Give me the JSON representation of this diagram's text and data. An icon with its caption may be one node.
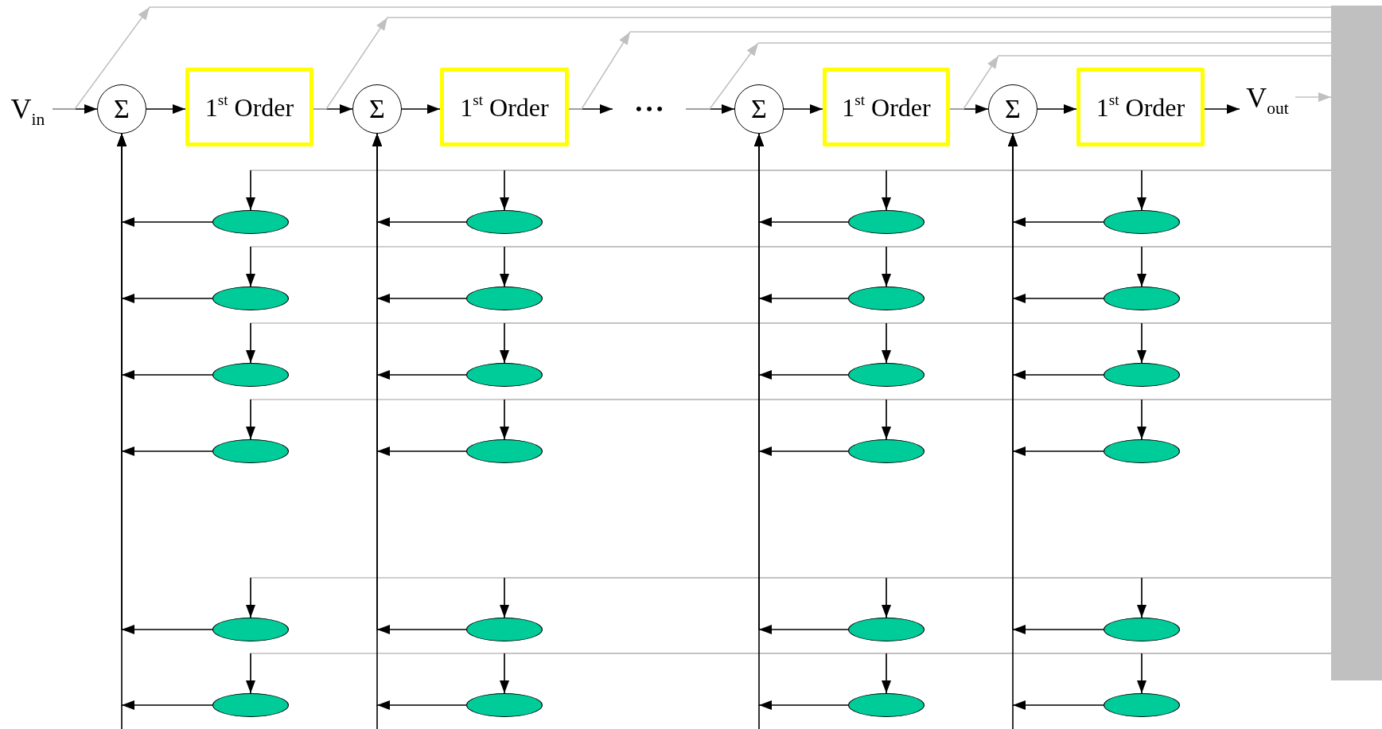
{
  "diagram": {
    "nodes": [
      {
        "text": [
          "V$_{in}$"
        ]
      },
      {
        "text": [
          "Σ"
        ]
      },
      {
        "text": [
          "1$^{st}$ Order"
        ]
      },
      {
        "text": [
          "Σ"
        ]
      },
      {
        "text": [
          "1$^{st}$ Order"
        ]
      },
      {
        "text": [
          "• • •"
        ]
      },
      {
        "text": [
          "Σ"
        ]
      },
      {
        "text": [
          "1$^{st}$ Order"
        ]
      },
      {
        "text": [
          "Σ"
        ]
      },
      {
        "text": [
          "1$^{st}$ Order"
        ]
      },
      {
        "text": [
          "V$_{out}$"
        ]
      },
      {
        "text": [],
        "shape": "bar"
      },
      {
        "text": [],
        "shape": "ellipse"
      },
      {
        "text": [],
        "shape": "ellipse"
      },
      {
        "text": [],
        "shape": "ellipse"
      },
      {
        "text": [],
        "shape": "ellipse"
      },
      {
        "text": [],
        "shape": "ellipse"
      },
      {
        "text": [],
        "shape": "ellipse"
      },
      {
        "text": [],
        "shape": "ellipse"
      },
      {
        "text": [],
        "shape": "ellipse"
      },
      {
        "text": [],
        "shape": "ellipse"
      },
      {
        "text": [],
        "shape": "ellipse"
      },
      {
        "text": [],
        "shape": "ellipse"
      },
      {
        "text": [],
        "shape": "ellipse"
      },
      {
        "text": [],
        "shape": "ellipse"
      },
      {
        "text": [],
        "shape": "ellipse"
      },
      {
        "text": [],
        "shape": "ellipse"
      },
      {
        "text": [],
        "shape": "ellipse"
      },
      {
        "text": [],
        "shape": "ellipse"
      },
      {
        "text": [],
        "shape": "ellipse"
      },
      {
        "text": [],
        "shape": "ellipse"
      },
      {
        "text": [],
        "shape": "ellipse"
      },
      {
        "text": [],
        "shape": "ellipse"
      },
      {
        "text": [],
        "shape": "ellipse"
      },
      {
        "text": [],
        "shape": "ellipse"
      },
      {
        "text": [],
        "shape": "ellipse"
      }
    ],
    "edges": [
      {
        "from": 0,
        "to": 1,
        "arrow": "to"
      },
      {
        "from": 1,
        "to": 2,
        "arrow": "to"
      },
      {
        "from": 2,
        "to": 3,
        "arrow": "to"
      },
      {
        "from": 3,
        "to": 4,
        "arrow": "to"
      },
      {
        "from": 4,
        "to": 5,
        "arrow": "to"
      },
      {
        "from": 5,
        "to": 6,
        "arrow": "to"
      },
      {
        "from": 6,
        "to": 7,
        "arrow": "to"
      },
      {
        "from": 7,
        "to": 8,
        "arrow": "to"
      },
      {
        "from": 8,
        "to": 9,
        "arrow": "to"
      },
      {
        "from": 9,
        "to": 10,
        "arrow": "to"
      },
      {
        "from": 0,
        "to": 11,
        "arrow": "to",
        "color": "#c0c0c0"
      },
      {
        "from": 2,
        "to": 11,
        "arrow": "to",
        "color": "#c0c0c0"
      },
      {
        "from": 4,
        "to": 11,
        "arrow": "to",
        "color": "#c0c0c0"
      },
      {
        "from": 5,
        "to": 11,
        "arrow": "to",
        "color": "#c0c0c0"
      },
      {
        "from": 7,
        "to": 11,
        "arrow": "to",
        "color": "#c0c0c0"
      },
      {
        "from": 10,
        "to": 11,
        "arrow": "to",
        "color": "#c0c0c0"
      },
      {
        "from": 11,
        "to": 12,
        "arrow": "to",
        "color": "#c0c0c0"
      },
      {
        "from": 11,
        "to": 13,
        "arrow": "to",
        "color": "#c0c0c0"
      },
      {
        "from": 11,
        "to": 14,
        "arrow": "to",
        "color": "#c0c0c0"
      },
      {
        "from": 11,
        "to": 15,
        "arrow": "to",
        "color": "#c0c0c0"
      },
      {
        "from": 11,
        "to": 16,
        "arrow": "to",
        "color": "#c0c0c0"
      },
      {
        "from": 11,
        "to": 17,
        "arrow": "to",
        "color": "#c0c0c0"
      },
      {
        "from": 11,
        "to": 18,
        "arrow": "to",
        "color": "#c0c0c0"
      },
      {
        "from": 11,
        "to": 19,
        "arrow": "to",
        "color": "#c0c0c0"
      },
      {
        "from": 11,
        "to": 20,
        "arrow": "to",
        "color": "#c0c0c0"
      },
      {
        "from": 11,
        "to": 21,
        "arrow": "to",
        "color": "#c0c0c0"
      },
      {
        "from": 11,
        "to": 22,
        "arrow": "to",
        "color": "#c0c0c0"
      },
      {
        "from": 11,
        "to": 23,
        "arrow": "to",
        "color": "#c0c0c0"
      },
      {
        "from": 11,
        "to": 24,
        "arrow": "to",
        "color": "#c0c0c0"
      },
      {
        "from": 11,
        "to": 25,
        "arrow": "to",
        "color": "#c0c0c0"
      },
      {
        "from": 11,
        "to": 26,
        "arrow": "to",
        "color": "#c0c0c0"
      },
      {
        "from": 11,
        "to": 27,
        "arrow": "to",
        "color": "#c0c0c0"
      },
      {
        "from": 11,
        "to": 28,
        "arrow": "to",
        "color": "#c0c0c0"
      },
      {
        "from": 11,
        "to": 29,
        "arrow": "to",
        "color": "#c0c0c0"
      },
      {
        "from": 11,
        "to": 30,
        "arrow": "to",
        "color": "#c0c0c0"
      },
      {
        "from": 11,
        "to": 31,
        "arrow": "to",
        "color": "#c0c0c0"
      },
      {
        "from": 11,
        "to": 32,
        "arrow": "to",
        "color": "#c0c0c0"
      },
      {
        "from": 11,
        "to": 33,
        "arrow": "to",
        "color": "#c0c0c0"
      },
      {
        "from": 11,
        "to": 34,
        "arrow": "to",
        "color": "#c0c0c0"
      },
      {
        "from": 11,
        "to": 35,
        "arrow": "to",
        "color": "#c0c0c0"
      },
      {
        "from": 12,
        "to": 1,
        "arrow": "to"
      },
      {
        "from": 13,
        "to": 3,
        "arrow": "to"
      },
      {
        "from": 14,
        "to": 6,
        "arrow": "to"
      },
      {
        "from": 15,
        "to": 8,
        "arrow": "to"
      },
      {
        "from": 16,
        "to": 1,
        "arrow": "to"
      },
      {
        "from": 17,
        "to": 3,
        "arrow": "to"
      },
      {
        "from": 18,
        "to": 6,
        "arrow": "to"
      },
      {
        "from": 19,
        "to": 8,
        "arrow": "to"
      },
      {
        "from": 20,
        "to": 1,
        "arrow": "to"
      },
      {
        "from": 21,
        "to": 3,
        "arrow": "to"
      },
      {
        "from": 22,
        "to": 6,
        "arrow": "to"
      },
      {
        "from": 23,
        "to": 8,
        "arrow": "to"
      },
      {
        "from": 24,
        "to": 1,
        "arrow": "to"
      },
      {
        "from": 25,
        "to": 3,
        "arrow": "to"
      },
      {
        "from": 26,
        "to": 6,
        "arrow": "to"
      },
      {
        "from": 27,
        "to": 8,
        "arrow": "to"
      },
      {
        "from": 28,
        "to": 1,
        "arrow": "to"
      },
      {
        "from": 29,
        "to": 3,
        "arrow": "to"
      },
      {
        "from": 30,
        "to": 6,
        "arrow": "to"
      },
      {
        "from": 31,
        "to": 8,
        "arrow": "to"
      },
      {
        "from": 32,
        "to": 1,
        "arrow": "to"
      },
      {
        "from": 33,
        "to": 3,
        "arrow": "to"
      },
      {
        "from": 34,
        "to": 6,
        "arrow": "to"
      },
      {
        "from": 35,
        "to": 8,
        "arrow": "to"
      }
    ]
  }
}
